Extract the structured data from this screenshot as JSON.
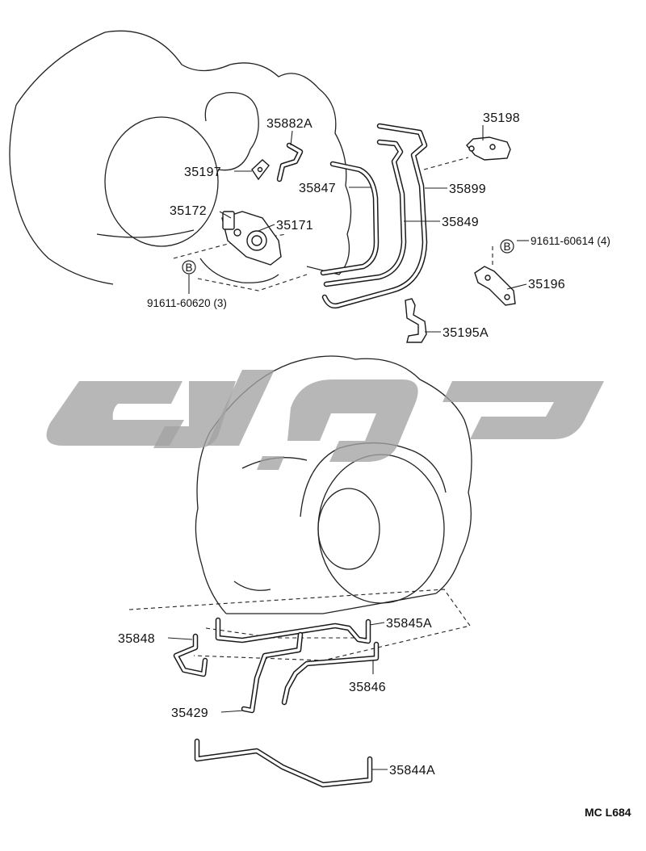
{
  "diagram": {
    "code": "MC L684",
    "callouts": [
      {
        "id": "35198",
        "label": "35198"
      },
      {
        "id": "35882A",
        "label": "35882A"
      },
      {
        "id": "35197",
        "label": "35197"
      },
      {
        "id": "35847",
        "label": "35847"
      },
      {
        "id": "35899",
        "label": "35899"
      },
      {
        "id": "35172",
        "label": "35172"
      },
      {
        "id": "35171",
        "label": "35171"
      },
      {
        "id": "35849",
        "label": "35849"
      },
      {
        "id": "91611-60614",
        "label": "91611-60614 (4)"
      },
      {
        "id": "35196",
        "label": "35196"
      },
      {
        "id": "91611-60620",
        "label": "91611-60620 (3)"
      },
      {
        "id": "35195A",
        "label": "35195A"
      },
      {
        "id": "35845A",
        "label": "35845A"
      },
      {
        "id": "35848",
        "label": "35848"
      },
      {
        "id": "35846",
        "label": "35846"
      },
      {
        "id": "35429",
        "label": "35429"
      },
      {
        "id": "35844A",
        "label": "35844A"
      }
    ],
    "bolt_markers": [
      {
        "id": "marker-b-upper",
        "letter": "B"
      },
      {
        "id": "marker-b-lower",
        "letter": "B"
      }
    ]
  },
  "colors": {
    "line": "#1a1a1a",
    "watermark": "#a3a3a3",
    "background": "#ffffff"
  }
}
